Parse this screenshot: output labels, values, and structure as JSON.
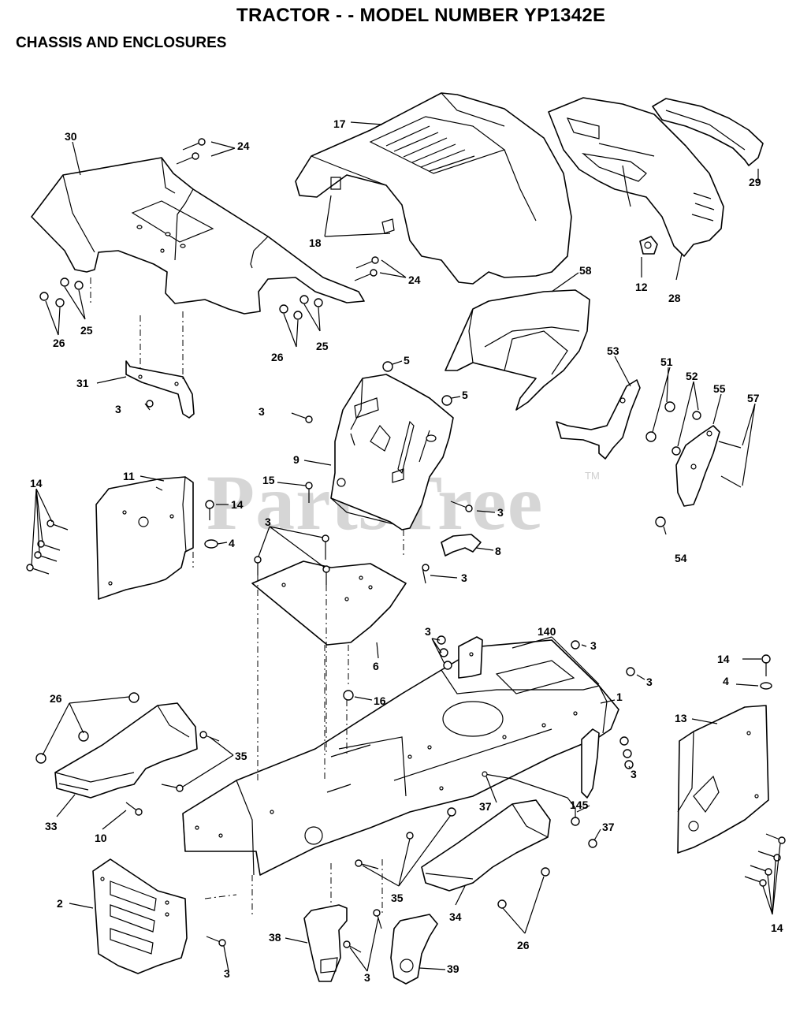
{
  "header": {
    "title": "TRACTOR - - MODEL NUMBER YP1342E",
    "subtitle": "CHASSIS AND ENCLOSURES"
  },
  "watermark": {
    "text": "PartsTree",
    "trademark": "TM"
  },
  "callouts": [
    "17",
    "30",
    "24",
    "29",
    "18",
    "24",
    "12",
    "28",
    "25",
    "26",
    "25",
    "26",
    "58",
    "31",
    "5",
    "3",
    "5",
    "3",
    "53",
    "51",
    "52",
    "55",
    "57",
    "9",
    "11",
    "14",
    "15",
    "14",
    "3",
    "4",
    "3",
    "54",
    "8",
    "3",
    "3",
    "140",
    "3",
    "6",
    "14",
    "3",
    "4",
    "16",
    "1",
    "26",
    "13",
    "35",
    "3",
    "33",
    "10",
    "37",
    "145",
    "37",
    "2",
    "35",
    "34",
    "26",
    "14",
    "38",
    "3",
    "39",
    "3"
  ]
}
